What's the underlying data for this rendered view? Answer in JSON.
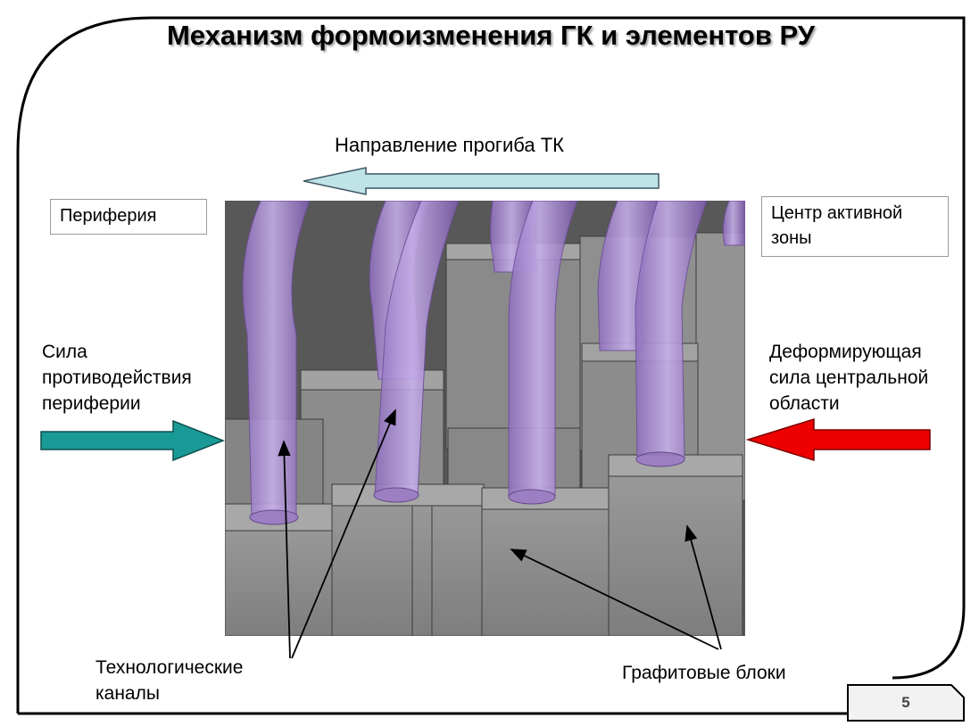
{
  "slide": {
    "title": "Механизм формоизменения ГК и элементов РУ",
    "page_number": "5"
  },
  "labels": {
    "bend_direction": "Направление прогиба ТК",
    "periphery": "Периферия",
    "core_center_line1": "Центр активной",
    "core_center_line2": "зоны",
    "counter_force_line1": "Сила",
    "counter_force_line2": "противодействия",
    "counter_force_line3": "периферии",
    "deform_force_line1": "Деформирующая",
    "deform_force_line2": "сила центральной",
    "deform_force_line3": "области",
    "channels_line1": "Технологические",
    "channels_line2": "каналы",
    "graphite_blocks": "Графитовые блоки"
  },
  "colors": {
    "bend_arrow": "#bfe3e6",
    "counter_force_arrow": "#1a9a96",
    "deform_force_arrow": "#ee0000",
    "channel_tube": "#a78ad0",
    "graphite_block": "#8c8c8c",
    "scene_bg": "#5a5a5a"
  }
}
